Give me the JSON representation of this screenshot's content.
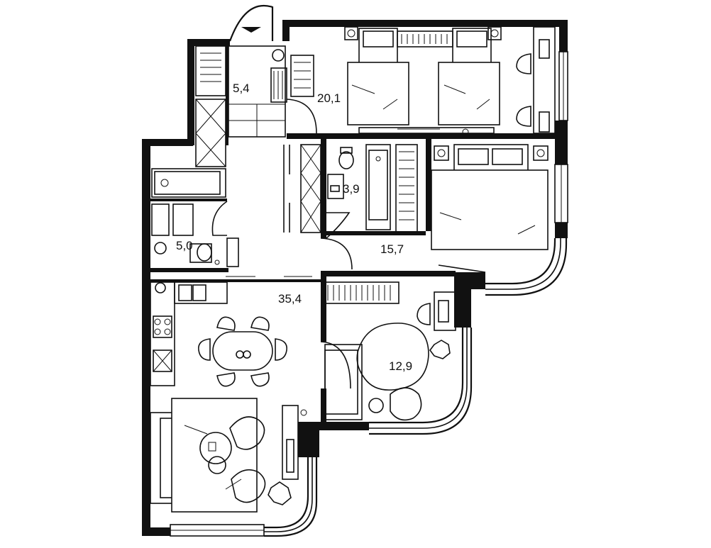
{
  "floor_plan": {
    "rooms": [
      {
        "id": "hall-small",
        "area": "5,4"
      },
      {
        "id": "bedroom-twin",
        "area": "20,1"
      },
      {
        "id": "wc",
        "area": "3,9"
      },
      {
        "id": "bathroom",
        "area": "5,0"
      },
      {
        "id": "bedroom-master",
        "area": "15,7"
      },
      {
        "id": "living-kitchen",
        "area": "35,4"
      },
      {
        "id": "study",
        "area": "12,9"
      }
    ]
  }
}
